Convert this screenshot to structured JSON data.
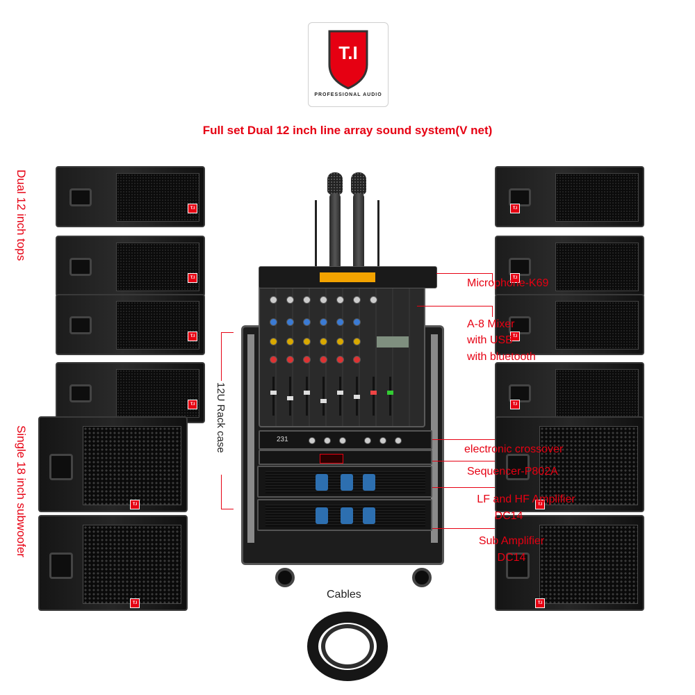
{
  "logo": {
    "mark": "T.I",
    "tagline": "PROFESSIONAL AUDIO"
  },
  "title": "Full set Dual 12 inch line array sound system(V net)",
  "side_labels": {
    "tops": "Dual 12 inch tops",
    "sub": "Single 18 inch subwoofer",
    "rack": "12U Rack case"
  },
  "callouts": {
    "microphone": "Microphone-K69",
    "mixer_line1": "A-8 Mixer",
    "mixer_line2": "with USB",
    "mixer_line3": "with bluetooth",
    "crossover": "electronic crossover",
    "sequencer": "Sequencer-P802A",
    "lfhf_line1": "LF and HF Amplifier",
    "lfhf_line2": "DC14",
    "sub_line1": "Sub Amplifier",
    "sub_line2": "DC14",
    "cables": "Cables"
  },
  "device_text": {
    "crossover_model": "231",
    "speaker_badge": "T.I"
  },
  "colors": {
    "accent": "#e60012",
    "equipment": "#1a1a1a",
    "lcd": "#f3a300",
    "amp_control": "#2d6fb0"
  }
}
